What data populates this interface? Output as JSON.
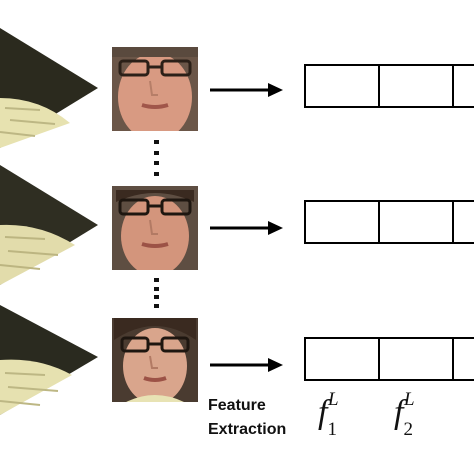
{
  "diagram": {
    "rows": [
      {
        "id": "row1"
      },
      {
        "id": "row2"
      },
      {
        "id": "row3"
      }
    ],
    "label_feature_extraction_line1": "Feature",
    "label_feature_extraction_line2": "Extraction",
    "feature_labels": [
      {
        "base": "f",
        "sub": "1",
        "sup": "L"
      },
      {
        "base": "f",
        "sub": "2",
        "sup": "L"
      }
    ],
    "colors": {
      "arrow": "#000000",
      "cell_border": "#000000",
      "wedge_dark": "#2b2a1e",
      "wedge_light": "#e7e2b0"
    },
    "icons": [
      "face-crop-image",
      "video-frame-wedge",
      "right-arrow-icon",
      "vertical-ellipsis-icon"
    ]
  }
}
